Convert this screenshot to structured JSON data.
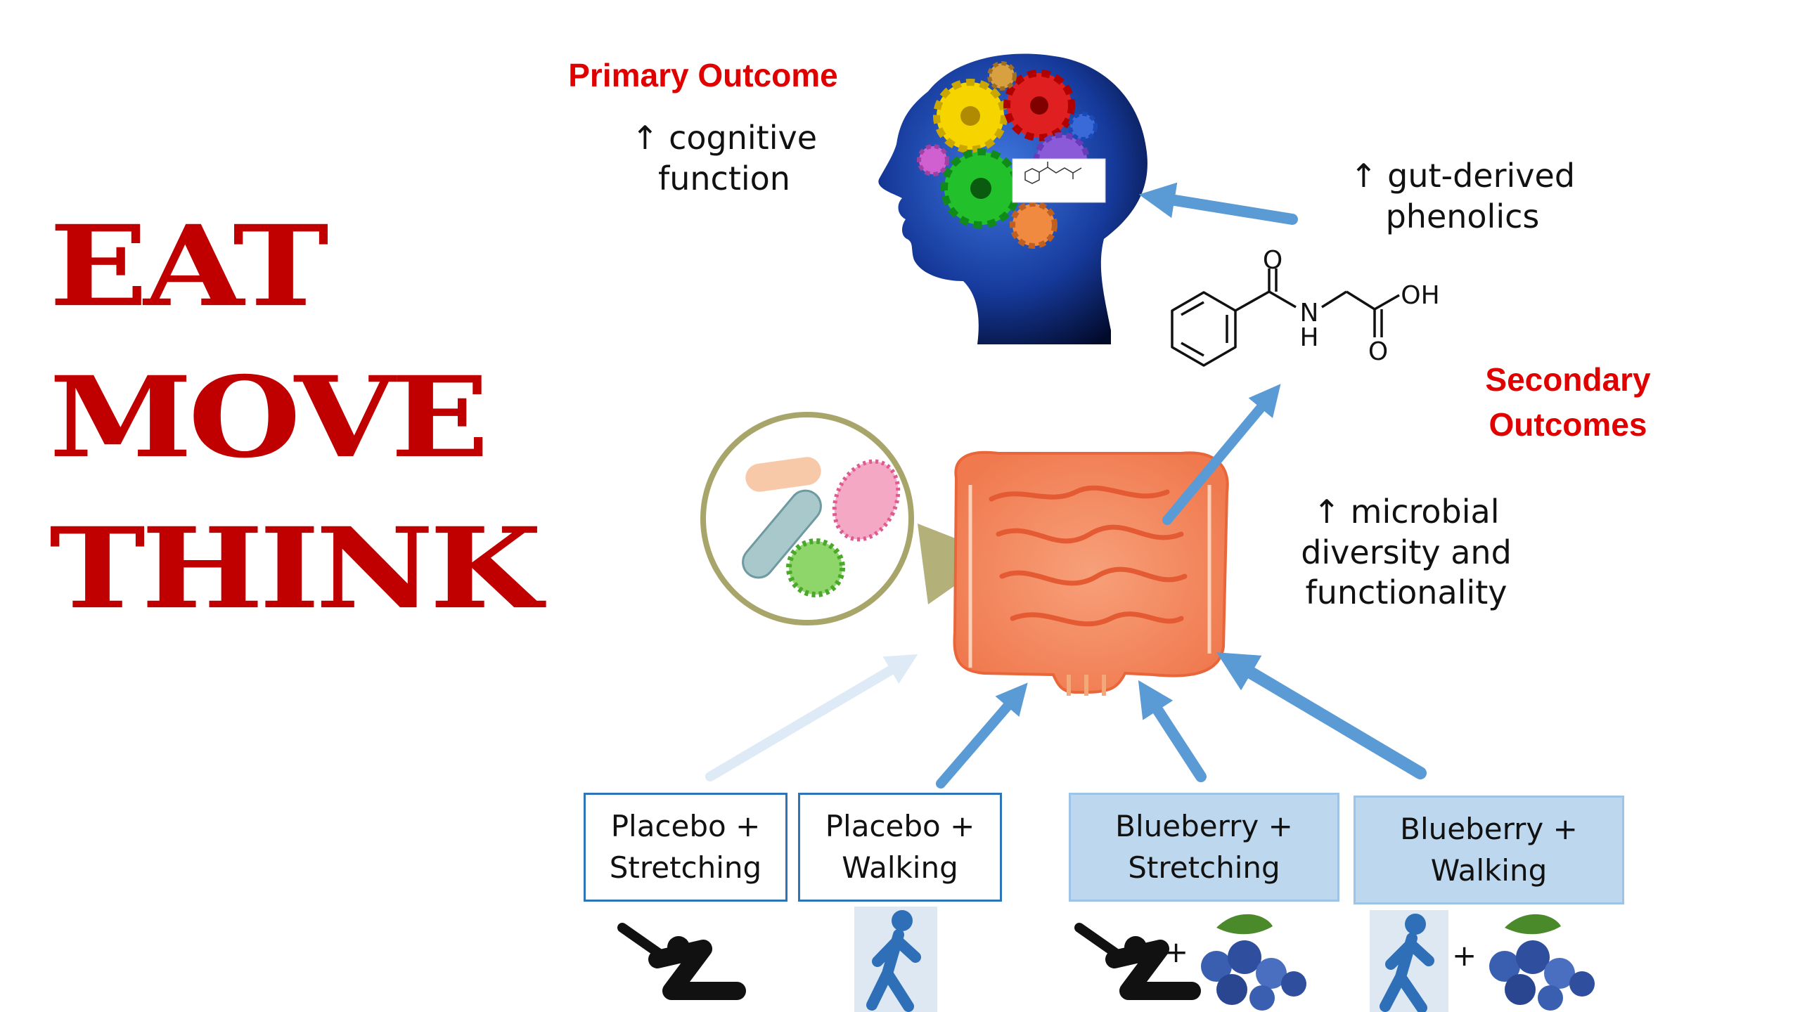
{
  "title": {
    "line1": "EAT",
    "line2": "MOVE",
    "line3": "THINK"
  },
  "primary_outcome": {
    "heading": "Primary Outcome",
    "line1": "↑ cognitive",
    "line2": "function"
  },
  "secondary_outcomes": {
    "line1": "Secondary",
    "line2": "Outcomes"
  },
  "gut_phenolics": {
    "line1": "↑ gut-derived",
    "line2": "phenolics"
  },
  "microbial": {
    "line1": "↑ microbial",
    "line2": "diversity and",
    "line3": "functionality"
  },
  "molecule": {
    "o_top": "O",
    "n": "N",
    "h": "H",
    "oh": "OH",
    "o_bottom": "O"
  },
  "groups": [
    {
      "line1": "Placebo +",
      "line2": "Stretching"
    },
    {
      "line1": "Placebo +",
      "line2": "Walking"
    },
    {
      "line1": "Blueberry +",
      "line2": "Stretching"
    },
    {
      "line1": "Blueberry +",
      "line2": "Walking"
    }
  ],
  "plus_sign": "+",
  "colors": {
    "title_red": "#c00000",
    "outcome_red": "#e00000",
    "arrow_blue": "#5b9bd5",
    "arrow_faded": "#deebf7",
    "box_fill": "#bdd7ee",
    "box_border": "#2e75b6"
  }
}
